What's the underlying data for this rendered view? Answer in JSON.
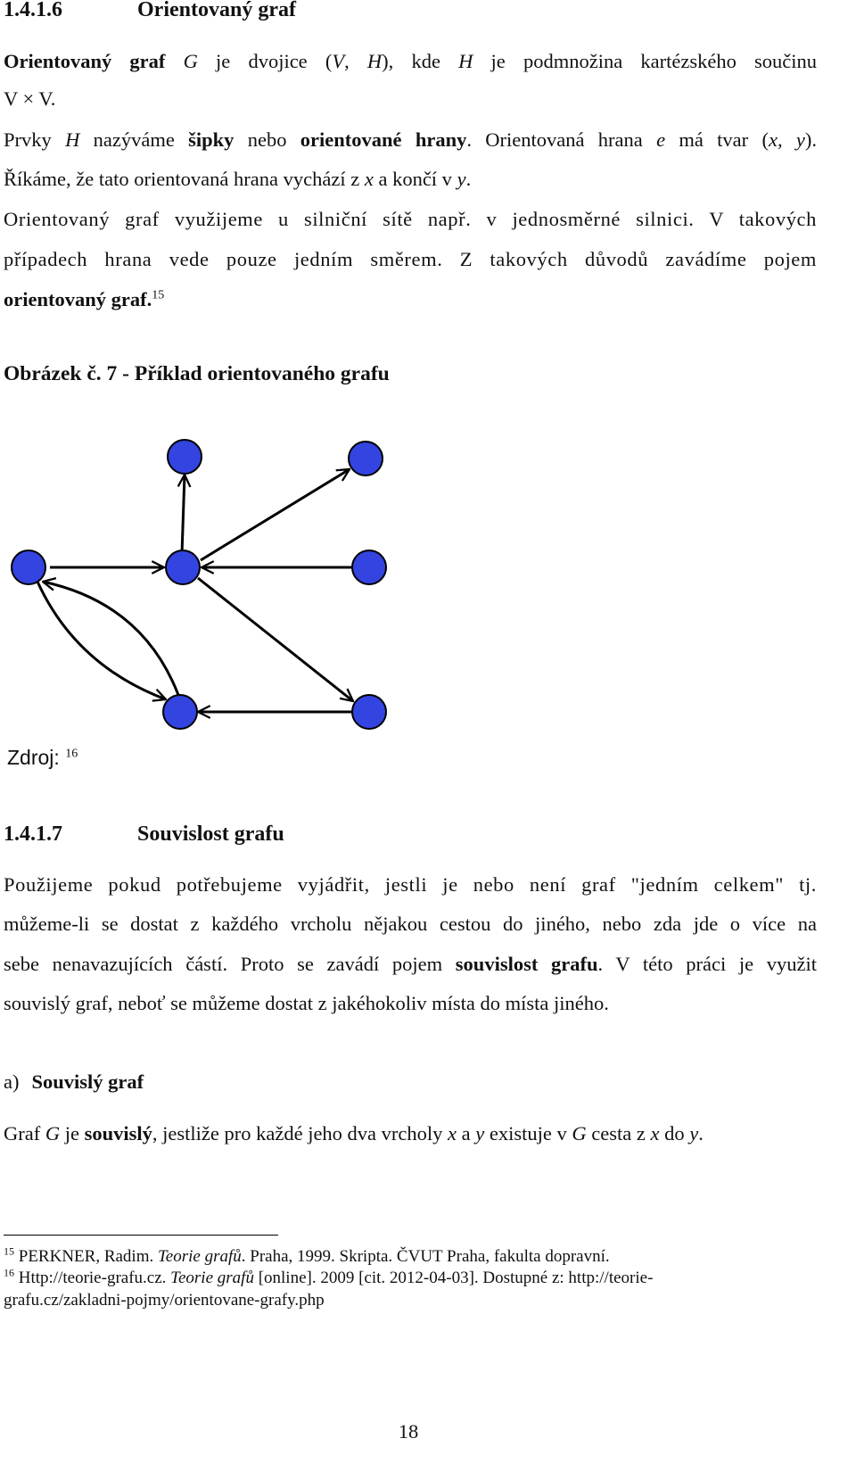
{
  "sec1": {
    "number": "1.4.1.6",
    "title": "Orientovaný graf"
  },
  "def": {
    "l1_bold": "Orientovaný graf",
    "l1_a": " ",
    "l1_G": "G",
    "l1_b": " je dvojice (",
    "l1_V": "V",
    "l1_c": ", ",
    "l1_H": "H",
    "l1_d": "), kde ",
    "l1_H2": "H",
    "l1_e": " je podmnožina kartézského součinu",
    "l2": "V × V."
  },
  "arrows": {
    "l1_a": "Prvky ",
    "l1_H": "H",
    "l1_b": " nazýváme ",
    "l1_bold1": "šipky",
    "l1_c": " nebo ",
    "l1_bold2": "orientované hrany",
    "l1_d": ". Orientovaná hrana ",
    "l1_e": "e",
    "l1_f": " má tvar (",
    "l1_xy": "x, y",
    "l1_g": ").",
    "l2_a": "Říkáme, že tato orientovaná hrana vychází z ",
    "l2_x": "x",
    "l2_b": " a končí v ",
    "l2_y": "y",
    "l2_c": ".",
    "l3": "Orientovaný graf využijeme u silniční sítě např. v jednosměrné silnici. V takových",
    "l4": "případech hrana vede pouze jedním směrem. Z takových důvodů zavádíme pojem",
    "l5_bold": "orientovaný graf.",
    "l5_sup": "15"
  },
  "figure": {
    "caption": "Obrázek č. 7 - Příklad orientovaného grafu",
    "source_label": "Zdroj: ",
    "source_sup": "16",
    "node_color": "#3344e0",
    "edge_color": "#000000"
  },
  "sec2": {
    "number": "1.4.1.7",
    "title": "Souvislost grafu",
    "l1": "Použijeme pokud potřebujeme vyjádřit, jestli je nebo není graf \"jedním celkem\" tj.",
    "l2": "můžeme-li se dostat z každého vrcholu nějakou cestou do jiného, nebo zda jde o více na",
    "l3_a": "sebe nenavazujících částí. Proto se zavádí pojem ",
    "l3_bold": "souvislost grafu",
    "l3_b": ". V této práci je využit",
    "l4": "souvislý graf, neboť se můžeme dostat z jakéhokoliv místa do místa jiného."
  },
  "sub_a": {
    "label": "a)",
    "title": "Souvislý graf"
  },
  "def2": {
    "a": "Graf ",
    "G": "G",
    "b": " je ",
    "bold": "souvislý",
    "c": ", jestliže pro každé jeho dva vrcholy ",
    "x": "x",
    "d": " a ",
    "y": "y",
    "e": " existuje v ",
    "G2": "G",
    "f": " cesta z ",
    "x2": "x",
    "g": " do ",
    "y2": "y",
    "h": "."
  },
  "footnotes": {
    "fn15_num": "15",
    "fn15_a": " PERKNER, Radim. ",
    "fn15_i": "Teorie grafů",
    "fn15_b": ". Praha, 1999. Skripta. ČVUT Praha, fakulta dopravní.",
    "fn16_num": "16",
    "fn16_a": " Http://teorie-grafu.cz. ",
    "fn16_i": "Teorie grafů",
    "fn16_b": " [online]. 2009 [cit. 2012-04-03]. Dostupné z: http://teorie-",
    "fn16_l2": "grafu.cz/zakladni-pojmy/orientovane-grafy.php"
  },
  "page_number": "18"
}
